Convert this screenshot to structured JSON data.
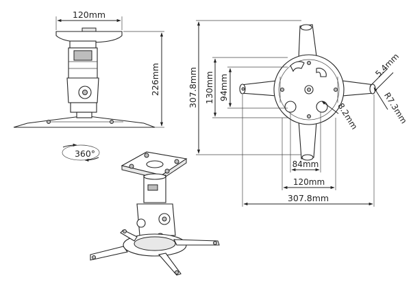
{
  "side_view": {
    "width_label": "120mm",
    "height_label": "226mm"
  },
  "rotation": {
    "label": "360°"
  },
  "top_view": {
    "overall_height_label": "307.8mm",
    "inner_height_label": "130mm",
    "hole_height_label": "94mm",
    "hole_width_label": "84mm",
    "inner_width_label": "120mm",
    "overall_width_label": "307.8mm",
    "slot_width_label": "5.4mm",
    "radius_label": "R7.3mm",
    "slot_label": "8.2mm"
  }
}
